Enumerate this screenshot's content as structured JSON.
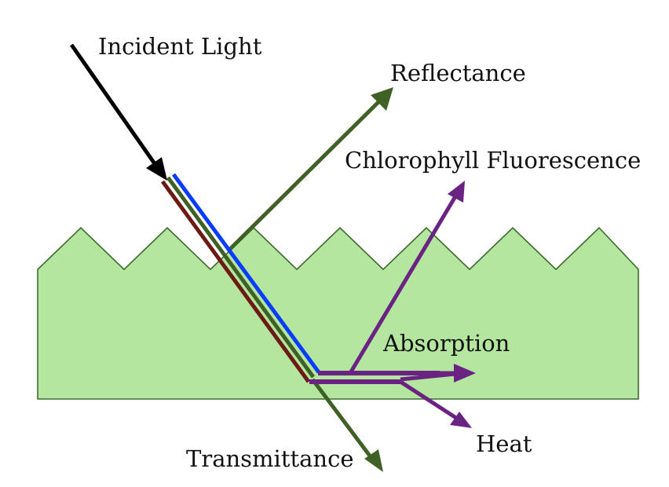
{
  "labels": {
    "incident_light": "Incident Light",
    "reflectance": "Reflectance",
    "chlorophyll_fluorescence": "Chlorophyll Fluorescence",
    "absorption": "Absorption",
    "heat": "Heat",
    "transmittance": "Transmittance"
  },
  "colors": {
    "leaf_fill": "#b4e6a0",
    "leaf_stroke": "#3f6b2f",
    "incident": "#000000",
    "reflectance": "#3f6125",
    "blue_band": "#0a3cff",
    "green_band": "#3f6125",
    "red_band": "#6b1a14",
    "absorption": "#6a2283"
  }
}
